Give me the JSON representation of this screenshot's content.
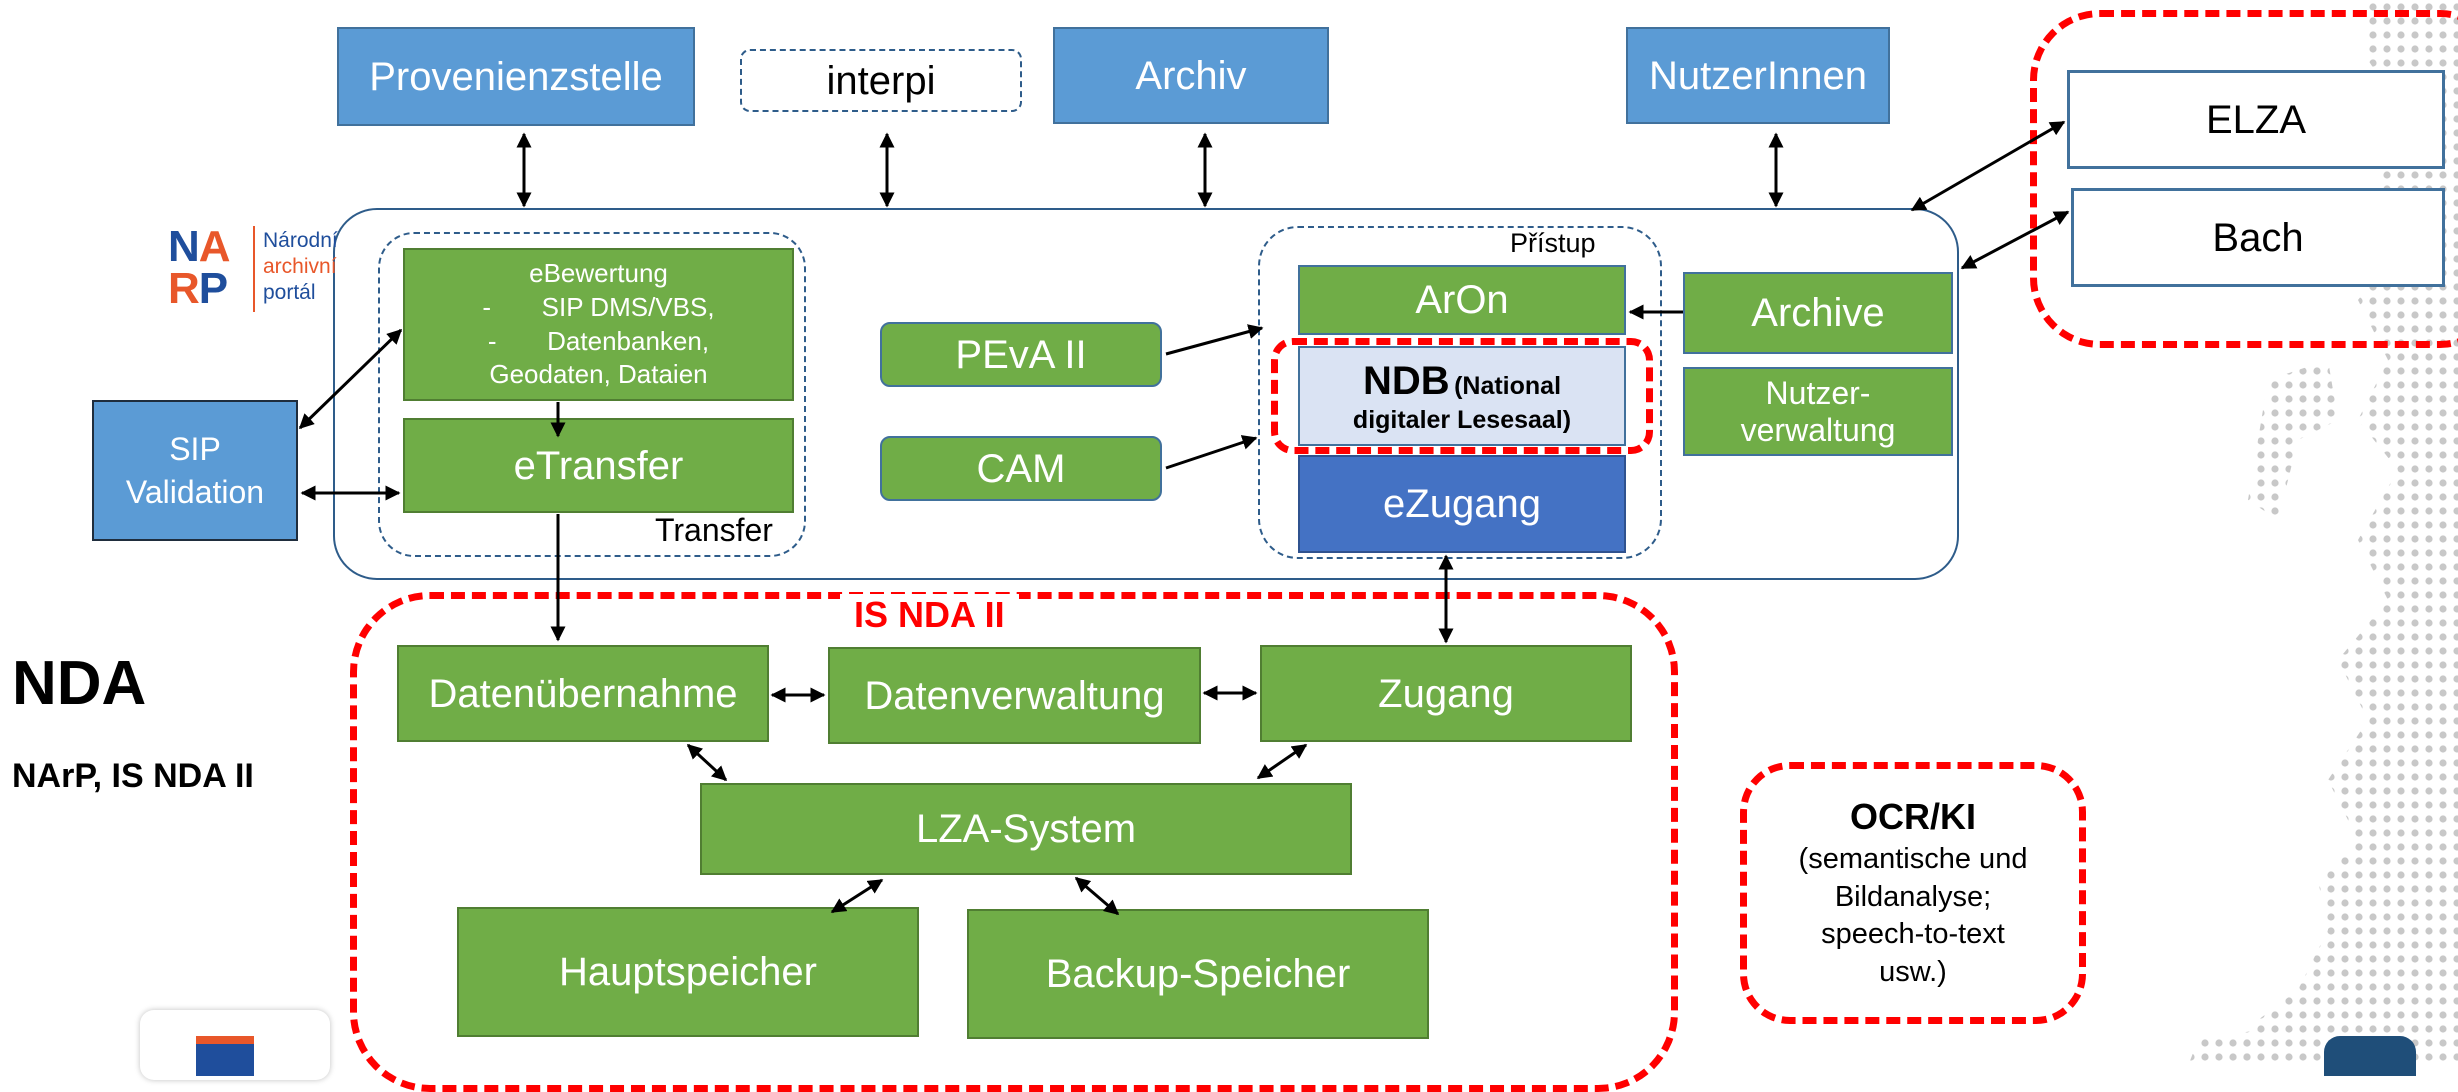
{
  "top": {
    "provenienzstelle": "Provenienzstelle",
    "interpi": "interpi",
    "archiv": "Archiv",
    "nutzerinnen": "NutzerInnen"
  },
  "external": {
    "elza": "ELZA",
    "bach": "Bach"
  },
  "narp_logo": {
    "line1": "Národní",
    "line2": "archivní",
    "line3": "portál"
  },
  "sip_validation": {
    "line1": "SIP",
    "line2": "Validation"
  },
  "transfer_group": {
    "label": "Transfer",
    "ebewertung": {
      "title": "eBewertung",
      "item1": "-       SIP DMS/VBS,",
      "item2": "-       Datenbanken,",
      "item3": "Geodaten, Dataien"
    },
    "etransfer": "eTransfer"
  },
  "middle": {
    "peva": "PEvA II",
    "cam": "CAM"
  },
  "pristup_group": {
    "label": "Přístup",
    "aron": "ArOn",
    "ndb_main": "NDB",
    "ndb_sub1": "(National",
    "ndb_sub2": "digitaler Lesesaal)",
    "ezugang": "eZugang"
  },
  "right_boxes": {
    "archive": "Archive",
    "nutzer_line1": "Nutzer-",
    "nutzer_line2": "verwaltung"
  },
  "nda": {
    "title": "NDA",
    "subtitle": "NArP, IS NDA II"
  },
  "is_nda": {
    "label": "IS NDA II",
    "datenuebernahme": "Datenübernahme",
    "datenverwaltung": "Datenverwaltung",
    "zugang": "Zugang",
    "lza": "LZA-System",
    "hauptspeicher": "Hauptspeicher",
    "backup": "Backup-Speicher"
  },
  "ocr": {
    "title": "OCR/KI",
    "line1": "(semantische und",
    "line2": "Bildanalyse;",
    "line3": "speech-to-text",
    "line4": "usw.)"
  },
  "colors": {
    "box_blue": "#5b9bd5",
    "box_green": "#70ad47",
    "ezugang_blue": "#4472c4",
    "ndb_fill": "#dae3f3",
    "highlight_red": "#ff0000",
    "narp_orange": "#e8572a",
    "narp_blue": "#1f4e9c"
  }
}
